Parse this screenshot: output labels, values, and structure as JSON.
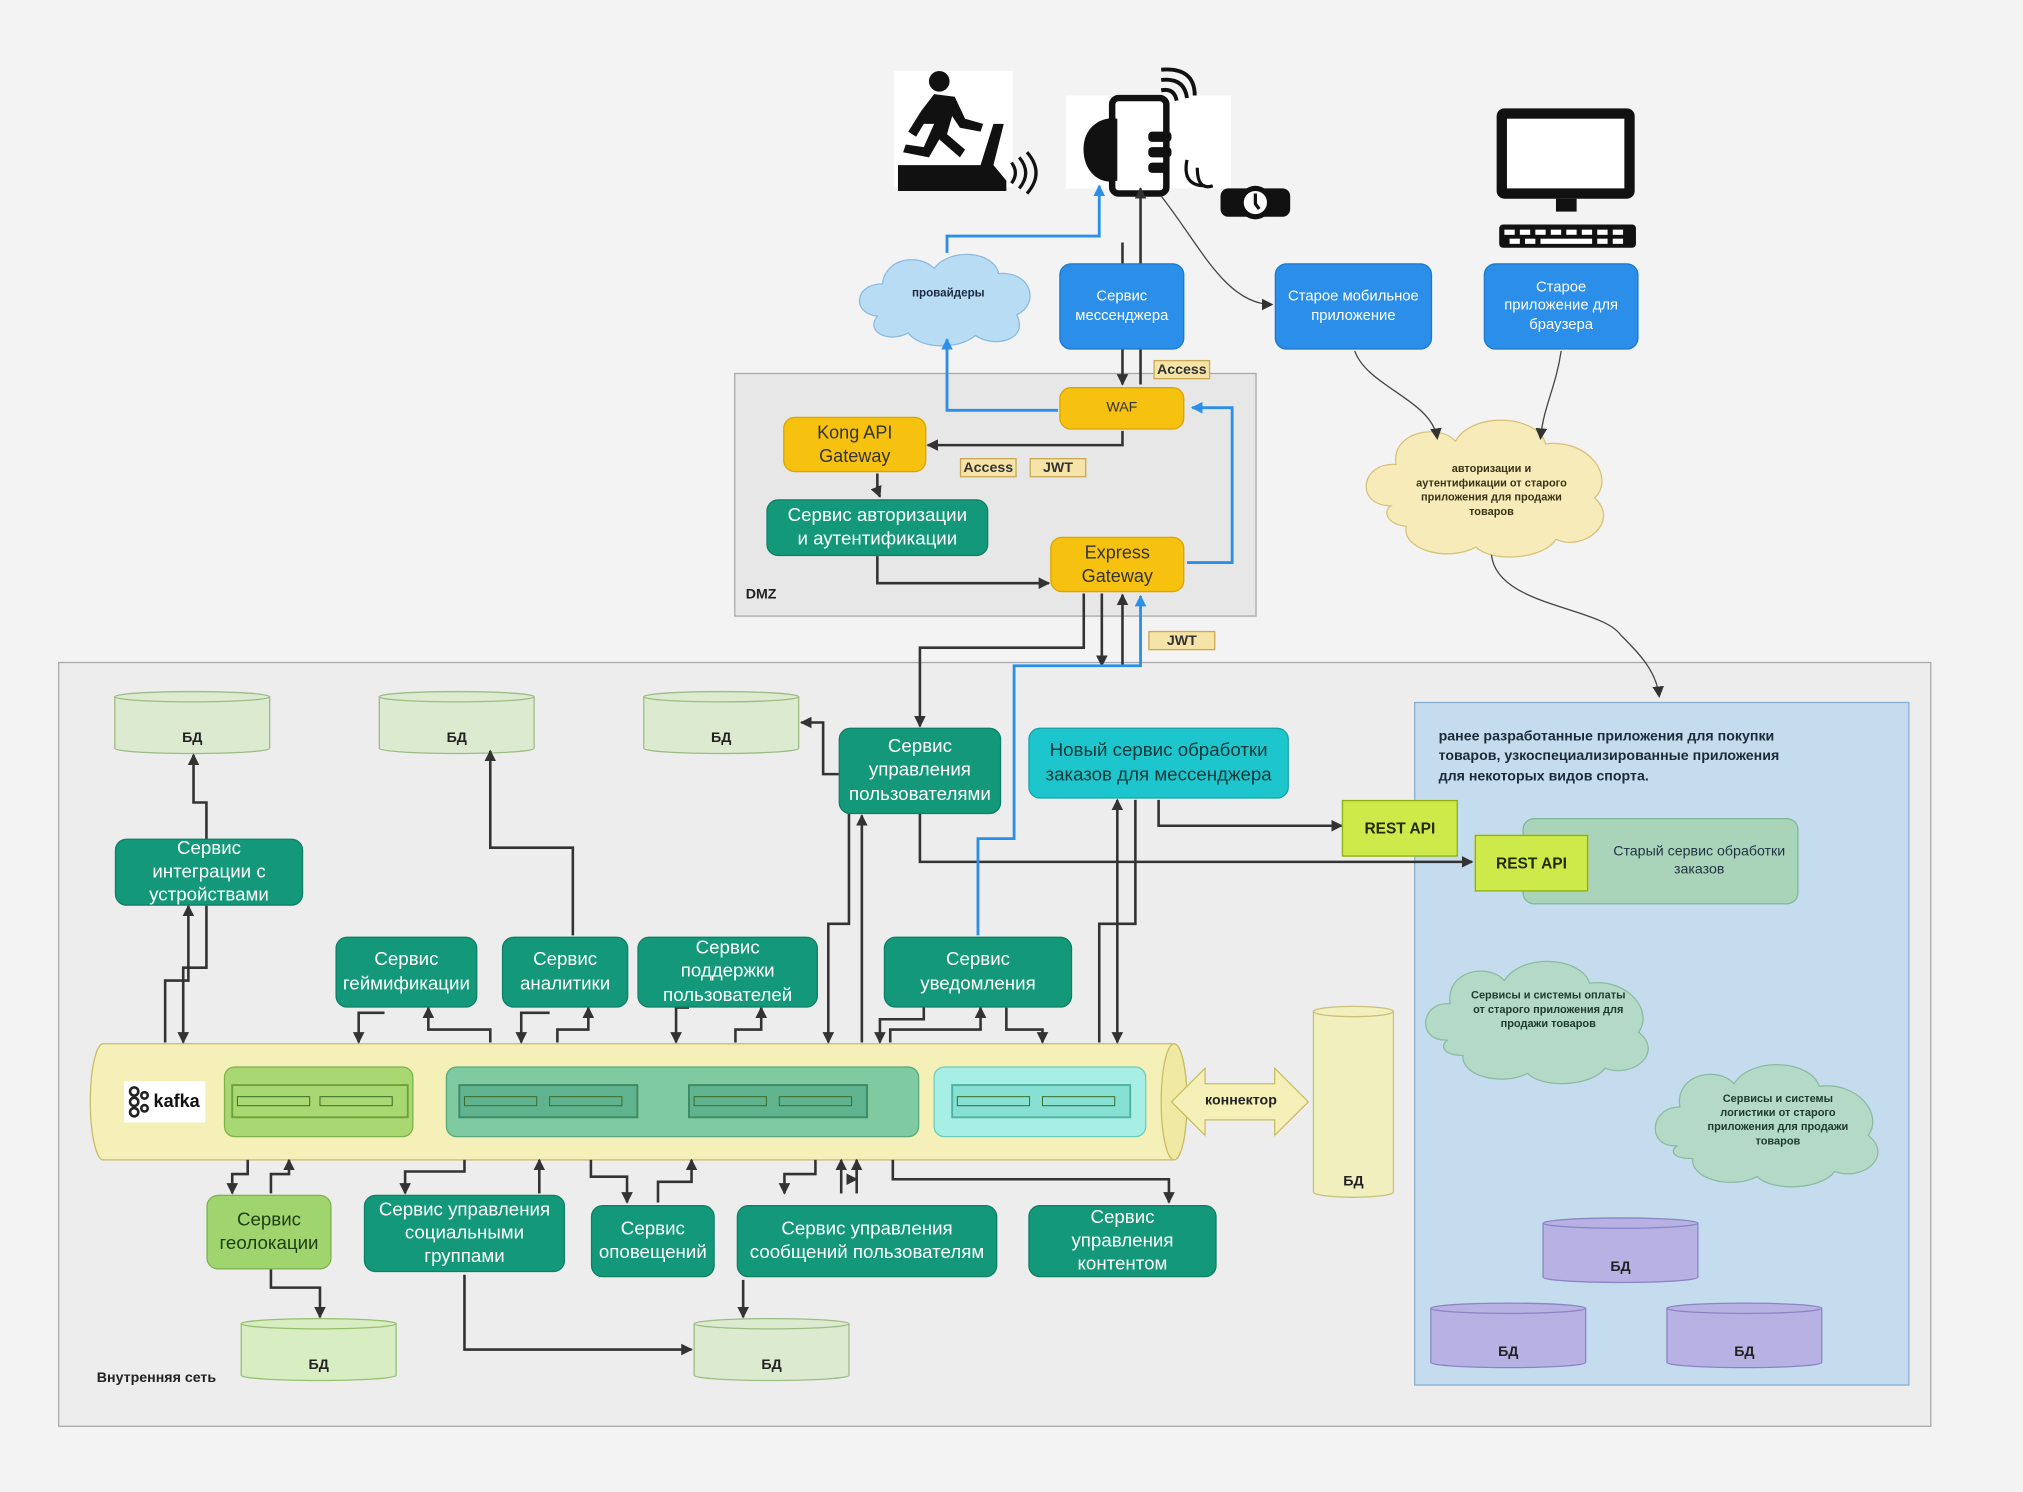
{
  "zones": {
    "dmz": "DMZ",
    "internal": "Внутренняя сеть",
    "legacy": "ранее разработанные приложения для покупки товаров, узкоспециализированные приложения для некоторых видов спорта."
  },
  "clouds": {
    "providers": "провайдеры",
    "legacy_auth": "авторизации и аутентификации от старого приложения для продажи товаров",
    "legacy_payment": "Сервисы и системы оплаты от старого приложения для продажи товаров",
    "legacy_logistics": "Сервисы и системы логистики от старого приложения для продажи товаров"
  },
  "client_nodes": {
    "messenger": "Сервис мессенджера",
    "old_mobile": "Старое мобильное приложение",
    "old_browser": "Старое  приложение для браузера"
  },
  "gateway_nodes": {
    "waf": "WAF",
    "kong": "Kong API Gateway",
    "auth": "Сервис авторизации и аутентификации",
    "express": "Express Gateway"
  },
  "tags": {
    "access_top": "Access",
    "access_mid": "Access",
    "jwt_mid": "JWT",
    "jwt_low": "JWT"
  },
  "services": {
    "devices": "Сервис интеграции с устройствами",
    "users": "Сервис управления пользователями",
    "new_orders": "Новый сервис обработки заказов для мессенджера",
    "gamification": "Сервис геймификации",
    "analytics": "Сервис аналитики",
    "support": "Сервис поддержки пользователей",
    "notifications": "Сервис уведомления",
    "geo": "Сервис геолокации",
    "social": "Сервис управления социальными группами",
    "alerts": "Сервис оповещений",
    "messages": "Сервис управления сообщений пользователям",
    "content": "Сервис управления контентом"
  },
  "rest_api": {
    "a": "REST API",
    "b": "REST API"
  },
  "old_orders": "Старый сервис обработки заказов",
  "kafka": {
    "logo": "kafka",
    "connector": "коннектор"
  },
  "db_label": "БД",
  "colors": {
    "teal": "#13997a",
    "blue": "#2b8fea",
    "amber": "#f7c10f",
    "lime": "#9fd46f",
    "cyan": "#1cc6cc",
    "rest": "#cde94a",
    "arrow": "#333333",
    "arrow_blue": "#2b8fea"
  }
}
